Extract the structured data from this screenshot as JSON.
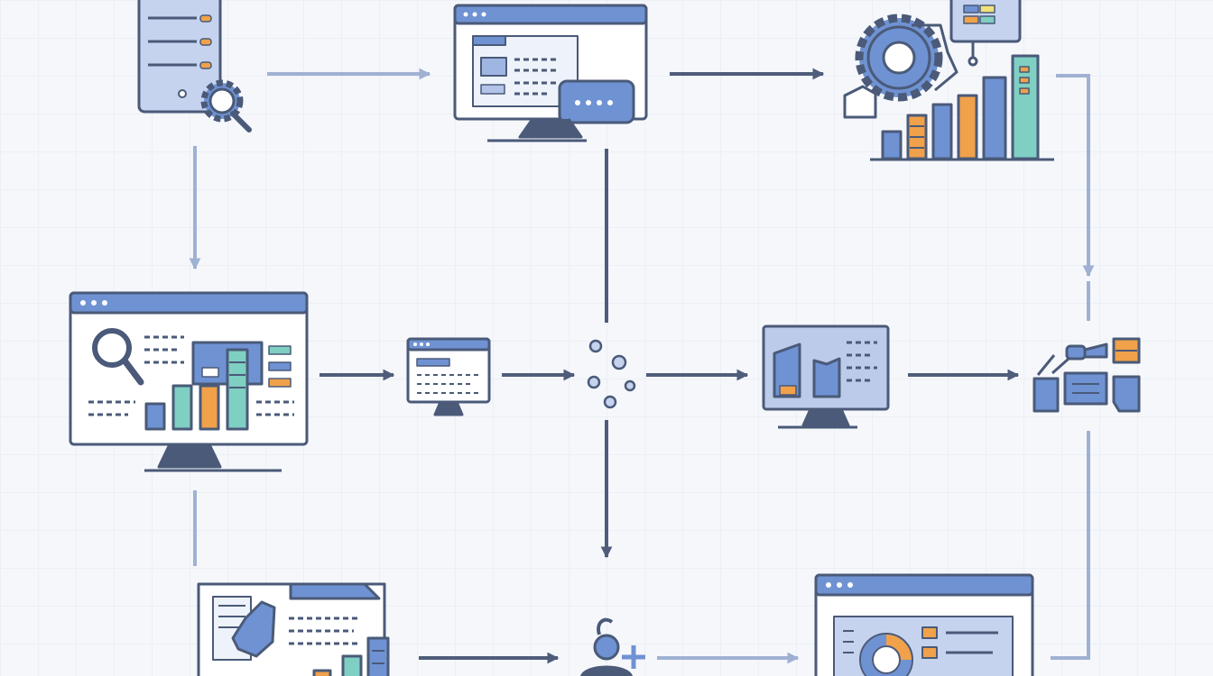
{
  "diagram": {
    "title": "",
    "colors": {
      "background": "#f5f7fb",
      "outline": "#4a5a78",
      "arrow_dark": "#4f5d7a",
      "arrow_light": "#9fb1d3",
      "blue": "#6f92d3",
      "blue_light": "#bccbea",
      "teal": "#7fcfc2",
      "orange": "#f0a14a",
      "white": "#ffffff"
    },
    "nodes": [
      {
        "id": "server-gear",
        "icon": "server-search-icon"
      },
      {
        "id": "monitor-chat",
        "icon": "monitor-chat-icon"
      },
      {
        "id": "gear-charts",
        "icon": "gear-bar-chart-icon"
      },
      {
        "id": "analytics-monitor",
        "icon": "analytics-dashboard-icon"
      },
      {
        "id": "small-monitor",
        "icon": "small-monitor-icon"
      },
      {
        "id": "data-cluster",
        "icon": "scatter-dots-icon"
      },
      {
        "id": "chart-monitor",
        "icon": "chart-monitor-icon"
      },
      {
        "id": "connected-blocks",
        "icon": "connected-blocks-icon"
      },
      {
        "id": "document-report",
        "icon": "document-report-icon"
      },
      {
        "id": "add-user",
        "icon": "add-user-icon"
      },
      {
        "id": "donut-dashboard",
        "icon": "donut-dashboard-icon"
      }
    ],
    "connections": [
      {
        "from": "server-gear",
        "to": "monitor-chat",
        "style": "light"
      },
      {
        "from": "monitor-chat",
        "to": "gear-charts",
        "style": "dark"
      },
      {
        "from": "server-gear",
        "to": "analytics-monitor",
        "style": "light"
      },
      {
        "from": "monitor-chat",
        "to": "data-cluster",
        "style": "dark"
      },
      {
        "from": "gear-charts",
        "to": "connected-blocks",
        "style": "light"
      },
      {
        "from": "analytics-monitor",
        "to": "small-monitor",
        "style": "dark"
      },
      {
        "from": "small-monitor",
        "to": "data-cluster",
        "style": "dark"
      },
      {
        "from": "data-cluster",
        "to": "chart-monitor",
        "style": "dark"
      },
      {
        "from": "chart-monitor",
        "to": "connected-blocks",
        "style": "dark"
      },
      {
        "from": "data-cluster",
        "to": "add-user",
        "style": "dark"
      },
      {
        "from": "analytics-monitor",
        "to": "document-report",
        "style": "light"
      },
      {
        "from": "document-report",
        "to": "add-user",
        "style": "dark"
      },
      {
        "from": "add-user",
        "to": "donut-dashboard",
        "style": "light"
      },
      {
        "from": "connected-blocks",
        "to": "donut-dashboard",
        "style": "light"
      }
    ]
  }
}
